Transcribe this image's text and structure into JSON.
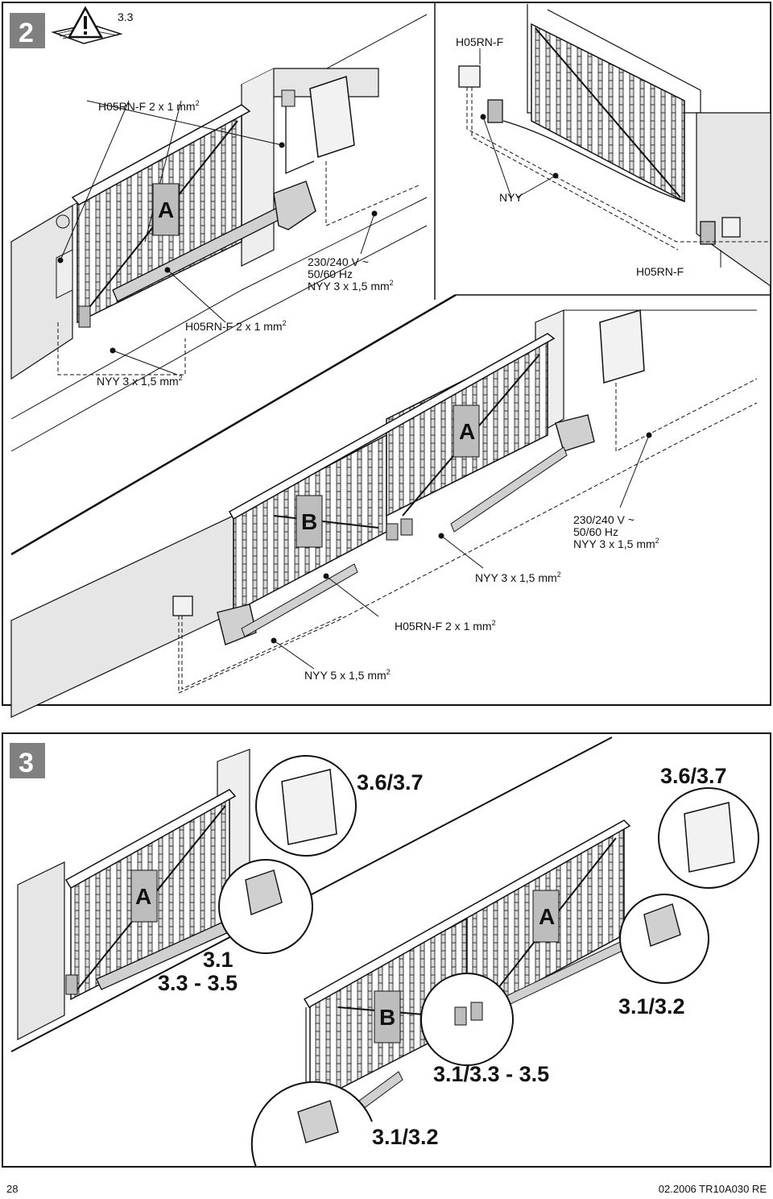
{
  "section2": {
    "number": "2",
    "ref": "3.3",
    "labels": {
      "tl_top_cable": "H05RN-F 2 x 1 mm",
      "tl_power_l1": "230/240 V ~",
      "tl_power_l2": "50/60 Hz",
      "tl_power_l3": "NYY 3 x 1,5 mm",
      "tl_mid_cable": "H05RN-F 2 x 1 mm",
      "tl_bottom_cable": "NYY 3 x 1,5 mm",
      "tr_top": "H05RN-F",
      "tr_mid": "NYY",
      "tr_bottom": "H05RN-F",
      "b_power_l1": "230/240 V ~",
      "b_power_l2": "50/60 Hz",
      "b_power_l3": "NYY 3 x 1,5 mm",
      "b_nyy3": "NYY 3 x 1,5 mm",
      "b_h05": "H05RN-F 2 x 1 mm",
      "b_nyy5": "NYY 5 x 1,5 mm",
      "sup": "2"
    },
    "gate_letters": {
      "tl": "A",
      "b_right": "A",
      "b_left": "B"
    }
  },
  "section3": {
    "number": "3",
    "labels": {
      "tl_box": "3.6/3.7",
      "tr_box": "3.6/3.7",
      "tl_motor_l1": "3.1",
      "tl_motor_l2": "3.3 - 3.5",
      "r_motor": "3.1/3.2",
      "mid": "3.1/3.3 - 3.5",
      "bottom": "3.1/3.2"
    },
    "gate_letters": {
      "tl": "A",
      "b_right": "A",
      "b_left": "B"
    }
  },
  "footer": {
    "page": "28",
    "code": "02.2006  TR10A030  RE"
  },
  "colors": {
    "badge": "#808080",
    "panel": "#bdbdbd",
    "line": "#111111"
  }
}
